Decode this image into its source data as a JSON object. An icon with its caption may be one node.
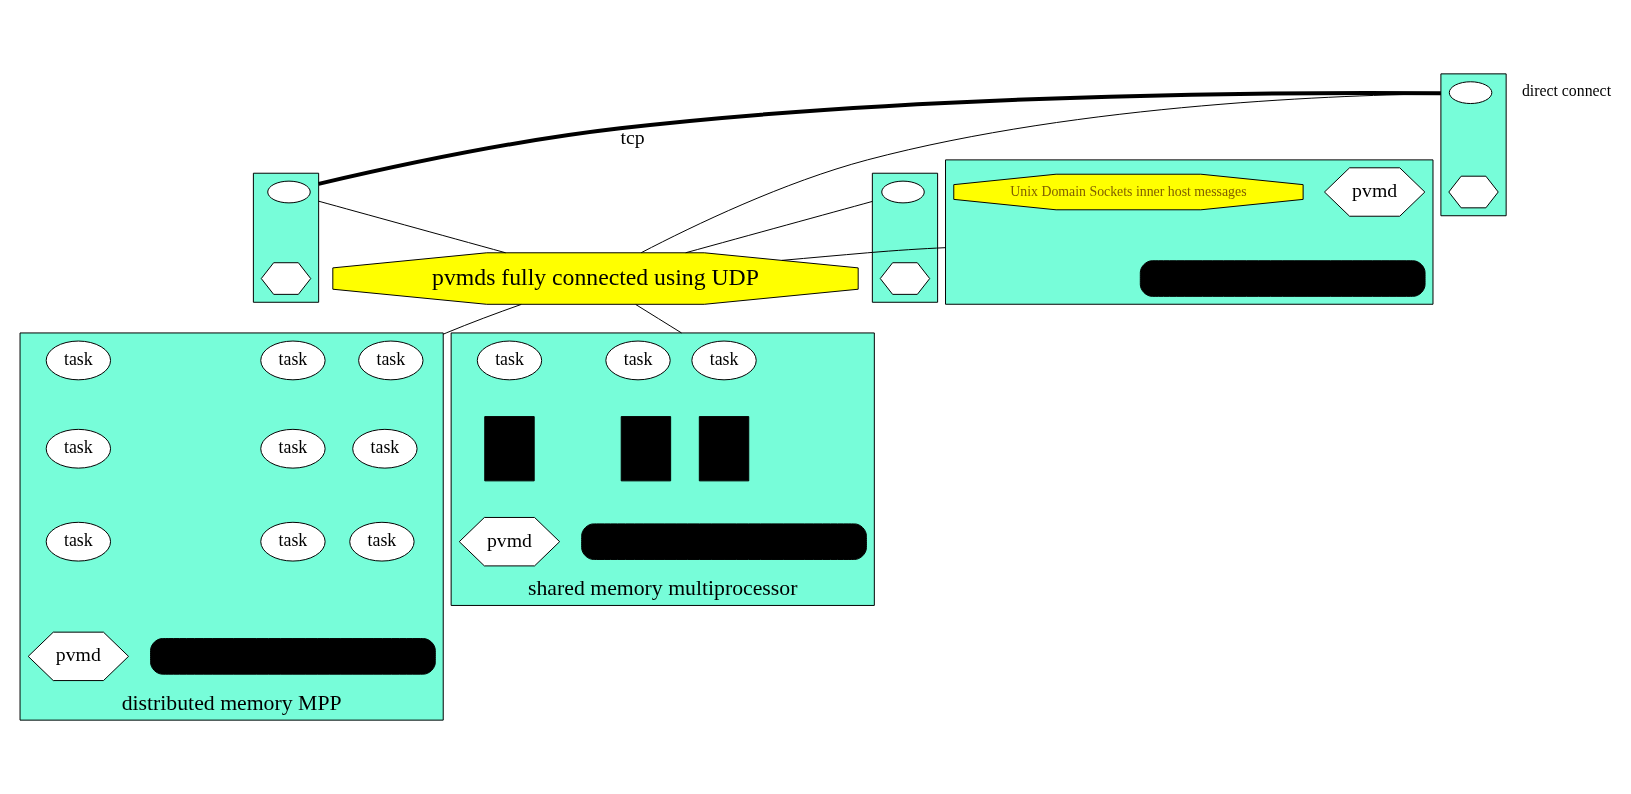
{
  "diagram": {
    "nodes": [
      {
        "text": [
          "pvmds fully connected using UDP"
        ]
      },
      {
        "text": [],
        "shape": "box"
      },
      {
        "text": [],
        "shape": "ellipse",
        "in": 1
      },
      {
        "text": [],
        "shape": "hexagon",
        "in": 1
      },
      {
        "text": [],
        "shape": "box"
      },
      {
        "text": [],
        "shape": "ellipse",
        "in": 4
      },
      {
        "text": [],
        "shape": "hexagon",
        "in": 4
      },
      {
        "text": [],
        "shape": "box"
      },
      {
        "text": [],
        "shape": "ellipse",
        "in": 7
      },
      {
        "text": [],
        "shape": "hexagon",
        "in": 7
      },
      {
        "text": [],
        "shape": "box"
      },
      {
        "text": [
          "pvmd"
        ],
        "in": 10
      },
      {
        "text": [
          "Unix Domain Sockets inner host messages"
        ],
        "in": 10
      },
      {
        "text": [],
        "shape": "bar",
        "in": 10
      },
      {
        "text": [
          "distributed memory MPP"
        ]
      },
      {
        "text": [
          "task"
        ],
        "in": 14
      },
      {
        "text": [
          "task"
        ],
        "in": 14
      },
      {
        "text": [
          "task"
        ],
        "in": 14
      },
      {
        "text": [
          "task"
        ],
        "in": 14
      },
      {
        "text": [
          "task"
        ],
        "in": 14
      },
      {
        "text": [
          "task"
        ],
        "in": 14
      },
      {
        "text": [
          "task"
        ],
        "in": 14
      },
      {
        "text": [
          "task"
        ],
        "in": 14
      },
      {
        "text": [
          "task"
        ],
        "in": 14
      },
      {
        "text": [],
        "shape": "bar",
        "in": 14
      },
      {
        "text": [
          "pvmd"
        ],
        "in": 14
      },
      {
        "text": [
          "shared memory multiprocessor"
        ]
      },
      {
        "text": [
          "task"
        ],
        "in": 26
      },
      {
        "text": [
          "task"
        ],
        "in": 26
      },
      {
        "text": [
          "task"
        ],
        "in": 26
      },
      {
        "text": [],
        "shape": "box",
        "in": 26
      },
      {
        "text": [],
        "shape": "box",
        "in": 26
      },
      {
        "text": [],
        "shape": "box",
        "in": 26
      },
      {
        "text": [
          "pvmd"
        ],
        "in": 26
      },
      {
        "text": [],
        "shape": "bar",
        "in": 26
      }
    ],
    "edges": [
      {
        "from": 1,
        "to": 4,
        "arrow": "none",
        "label": "tcp",
        "style": "thick"
      },
      {
        "from": 1,
        "to": 0,
        "arrow": "none"
      },
      {
        "from": 4,
        "to": 0,
        "arrow": "none"
      },
      {
        "from": 7,
        "to": 0,
        "arrow": "none"
      },
      {
        "from": 10,
        "to": 0,
        "arrow": "none"
      },
      {
        "from": 0,
        "to": 14,
        "arrow": "none"
      },
      {
        "from": 0,
        "to": 26,
        "arrow": "none"
      }
    ],
    "labels": [
      "direct connect"
    ]
  }
}
